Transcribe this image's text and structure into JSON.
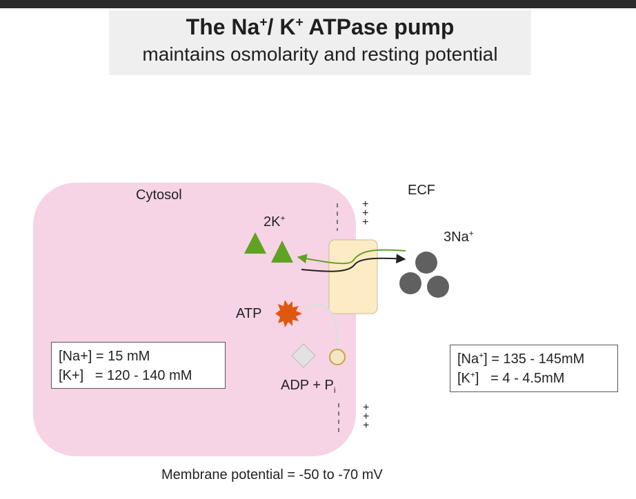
{
  "title": {
    "prefix": "The Na",
    "sup1": "+",
    "middle": "/ K",
    "sup2": "+",
    "suffix": " ATPase pump",
    "subtitle": "maintains osmolarity and resting potential"
  },
  "labels": {
    "cytosol": "Cytosol",
    "ecf": "ECF",
    "k_ion": "2K",
    "k_sup": "+",
    "na_ion": "3Na",
    "na_sup": "+",
    "atp": "ATP",
    "adp": "ADP + P",
    "adp_sub": "i",
    "membrane_potential": "Membrane potential = -50 to -70 mV"
  },
  "membrane_charges": {
    "plus": "+"
  },
  "intracellular": {
    "na_line": "[Na+] = 15 mM",
    "k_line": "[K+]   = 120 - 140 mM"
  },
  "extracellular": {
    "na_pre": "[Na",
    "na_sup": "+",
    "na_post": "] = 135 - 145mM",
    "k_pre": "[K",
    "k_sup": "+",
    "k_post": "]   = 4 - 4.5mM"
  },
  "colors": {
    "cytosol": "#f7d3e6",
    "pump": "#fdebc4",
    "k_ion": "#5fa321",
    "na_ion": "#606060",
    "atp": "#e0580f",
    "phosphate": "#f3e7c2"
  }
}
